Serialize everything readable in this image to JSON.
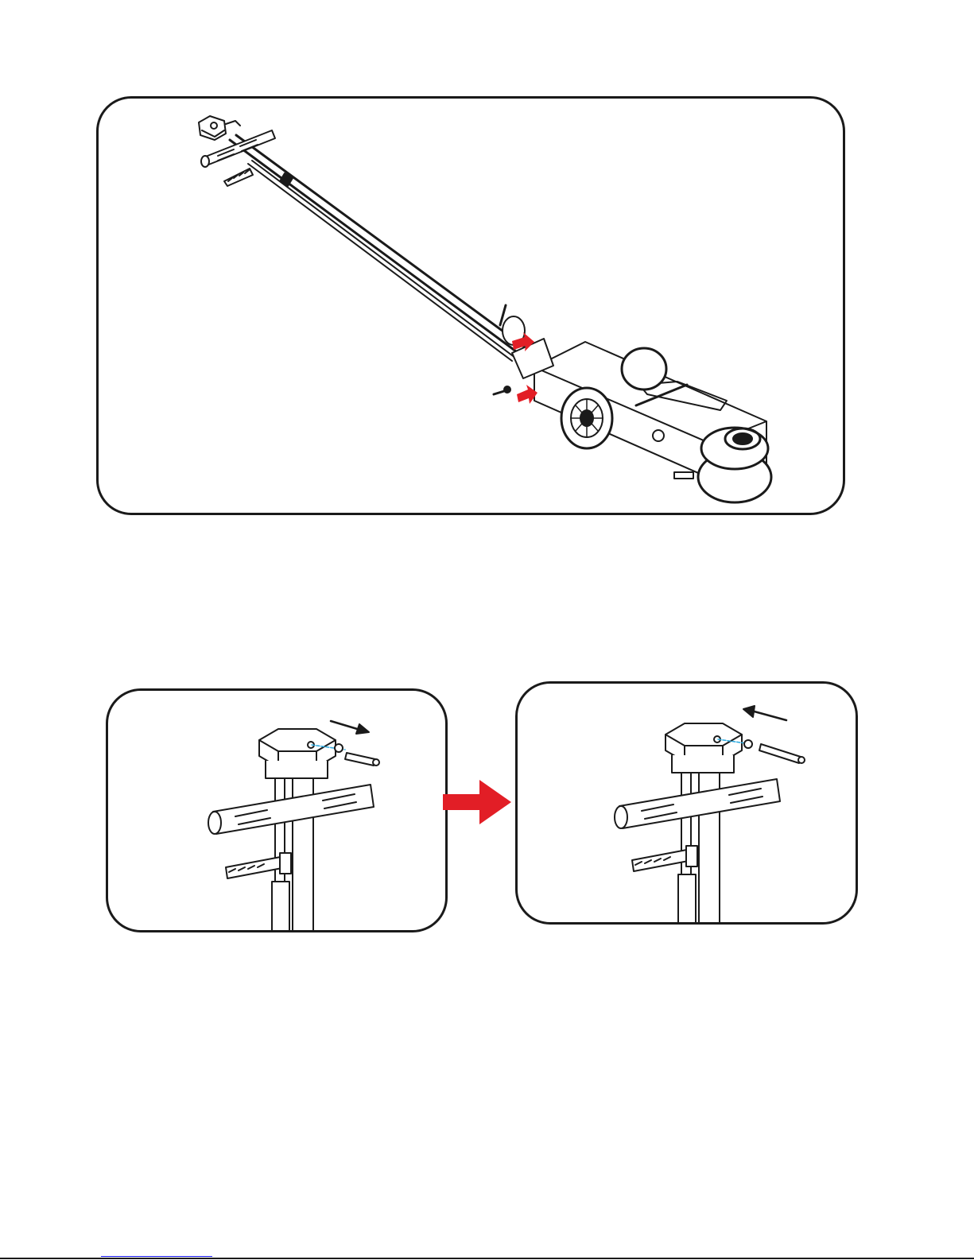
{
  "figure_main": {
    "illustration": "floor-jack-with-long-handle",
    "callout_color": "#e21e26",
    "outline_color": "#1a1a1a"
  },
  "figure_steps": {
    "step_1": {
      "motion": "pull-pin-out"
    },
    "step_2": {
      "motion": "push-pin-in"
    },
    "transition_arrow_color": "#e21e26",
    "cable_color": "#29a9e0"
  },
  "footer": {
    "link_rule_color": "#1a1aee"
  }
}
